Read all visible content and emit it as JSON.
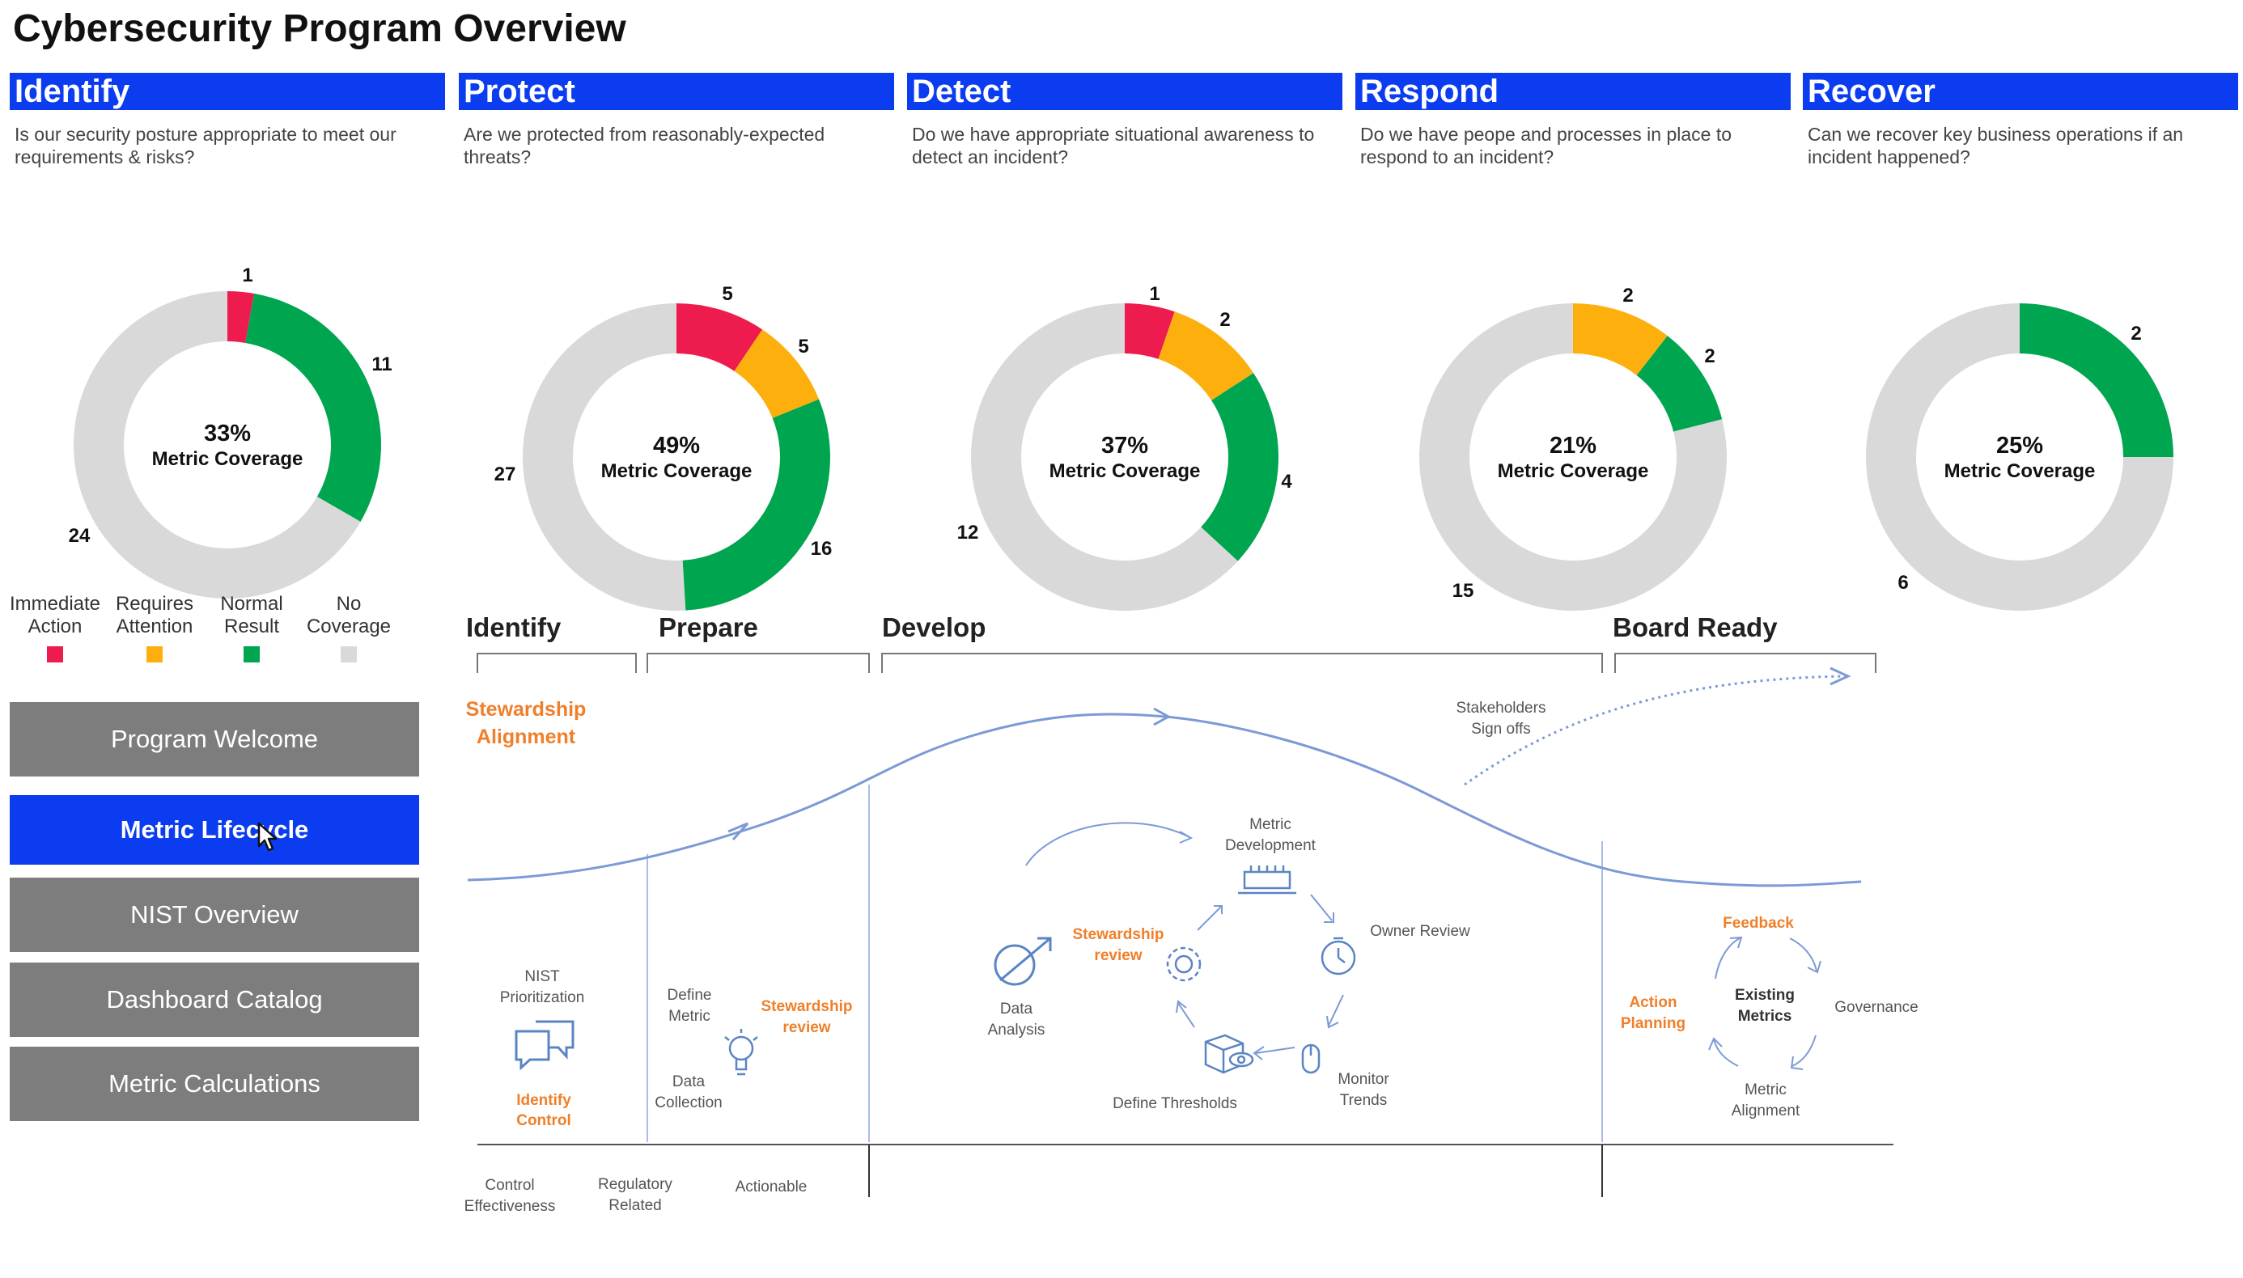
{
  "page": {
    "title": "Cybersecurity Program Overview"
  },
  "colors": {
    "header": "#0b3cf0",
    "immediate_action": "#ee1c4e",
    "requires_attention": "#fdb00d",
    "normal_result": "#00a64f",
    "no_coverage": "#d9d9d9",
    "nav_inactive": "#7d7d7d",
    "nav_active": "#0b3cf0",
    "lifecycle_line": "#7b9ad6",
    "lifecycle_orange": "#f07f29"
  },
  "categories": [
    {
      "name": "Identify",
      "question": "Is our security posture appropriate to meet our requirements & risks?",
      "coverage_pct": "33%",
      "coverage_label": "Metric Coverage",
      "counts": {
        "immediate": 1,
        "attention": 0,
        "normal": 11,
        "none": 24
      },
      "labels": {
        "immediate": "1",
        "attention": "",
        "normal": "11",
        "none": "24"
      }
    },
    {
      "name": "Protect",
      "question": "Are we protected from reasonably-expected threats?",
      "coverage_pct": "49%",
      "coverage_label": "Metric Coverage",
      "counts": {
        "immediate": 5,
        "attention": 5,
        "normal": 16,
        "none": 27
      },
      "labels": {
        "immediate": "5",
        "attention": "5",
        "normal": "16",
        "none": "27"
      }
    },
    {
      "name": "Detect",
      "question": "Do we have appropriate situational awareness to detect an incident?",
      "coverage_pct": "37%",
      "coverage_label": "Metric Coverage",
      "counts": {
        "immediate": 1,
        "attention": 2,
        "normal": 4,
        "none": 12
      },
      "labels": {
        "immediate": "1",
        "attention": "2",
        "normal": "4",
        "none": "12"
      }
    },
    {
      "name": "Respond",
      "question": "Do we have peope and processes in place to respond to an incident?",
      "coverage_pct": "21%",
      "coverage_label": "Metric Coverage",
      "counts": {
        "immediate": 0,
        "attention": 2,
        "normal": 2,
        "none": 15
      },
      "labels": {
        "immediate": "",
        "attention": "2",
        "normal": "2",
        "none": "15"
      }
    },
    {
      "name": "Recover",
      "question": "Can we recover key business operations if an incident happened?",
      "coverage_pct": "25%",
      "coverage_label": "Metric Coverage",
      "counts": {
        "immediate": 0,
        "attention": 0,
        "normal": 2,
        "none": 6
      },
      "labels": {
        "immediate": "",
        "attention": "",
        "normal": "2",
        "none": "6"
      }
    }
  ],
  "legend": [
    {
      "label_line1": "Immediate",
      "label_line2": "Action",
      "color": "#ee1c4e"
    },
    {
      "label_line1": "Requires",
      "label_line2": "Attention",
      "color": "#fdb00d"
    },
    {
      "label_line1": "Normal",
      "label_line2": "Result",
      "color": "#00a64f"
    },
    {
      "label_line1": "No",
      "label_line2": "Coverage",
      "color": "#d9d9d9"
    }
  ],
  "nav": {
    "items": [
      {
        "label": "Program Welcome",
        "active": false
      },
      {
        "label": "Metric Lifecycle",
        "active": true
      },
      {
        "label": "NIST Overview",
        "active": false
      },
      {
        "label": "Dashboard Catalog",
        "active": false
      },
      {
        "label": "Metric Calculations",
        "active": false
      }
    ]
  },
  "lifecycle": {
    "stages": [
      "Identify",
      "Prepare",
      "Develop",
      "Board Ready"
    ],
    "stewardship_alignment_line1": "Stewardship",
    "stewardship_alignment_line2": "Alignment",
    "stakeholders_line1": "Stakeholders",
    "stakeholders_line2": "Sign offs",
    "identify_stage": {
      "nist_line1": "NIST",
      "nist_line2": "Prioritization",
      "identify_line1": "Identify",
      "identify_line2": "Control"
    },
    "prepare_stage": {
      "define_line1": "Define",
      "define_line2": "Metric",
      "data_line1": "Data",
      "data_line2": "Collection",
      "review_line1": "Stewardship",
      "review_line2": "review"
    },
    "develop_stage": {
      "metric_dev_line1": "Metric",
      "metric_dev_line2": "Development",
      "owner_review": "Owner Review",
      "monitor_line1": "Monitor",
      "monitor_line2": "Trends",
      "define_thresholds": "Define Thresholds",
      "data_analysis_line1": "Data",
      "data_analysis_line2": "Analysis",
      "review_line1": "Stewardship",
      "review_line2": "review"
    },
    "board_stage": {
      "feedback": "Feedback",
      "existing_line1": "Existing",
      "existing_line2": "Metrics",
      "governance": "Governance",
      "metric_align_line1": "Metric",
      "metric_align_line2": "Alignment",
      "action_line1": "Action",
      "action_line2": "Planning"
    },
    "bottom_labels": {
      "control_line1": "Control",
      "control_line2": "Effectiveness",
      "regulatory_line1": "Regulatory",
      "regulatory_line2": "Related",
      "actionable": "Actionable"
    }
  }
}
